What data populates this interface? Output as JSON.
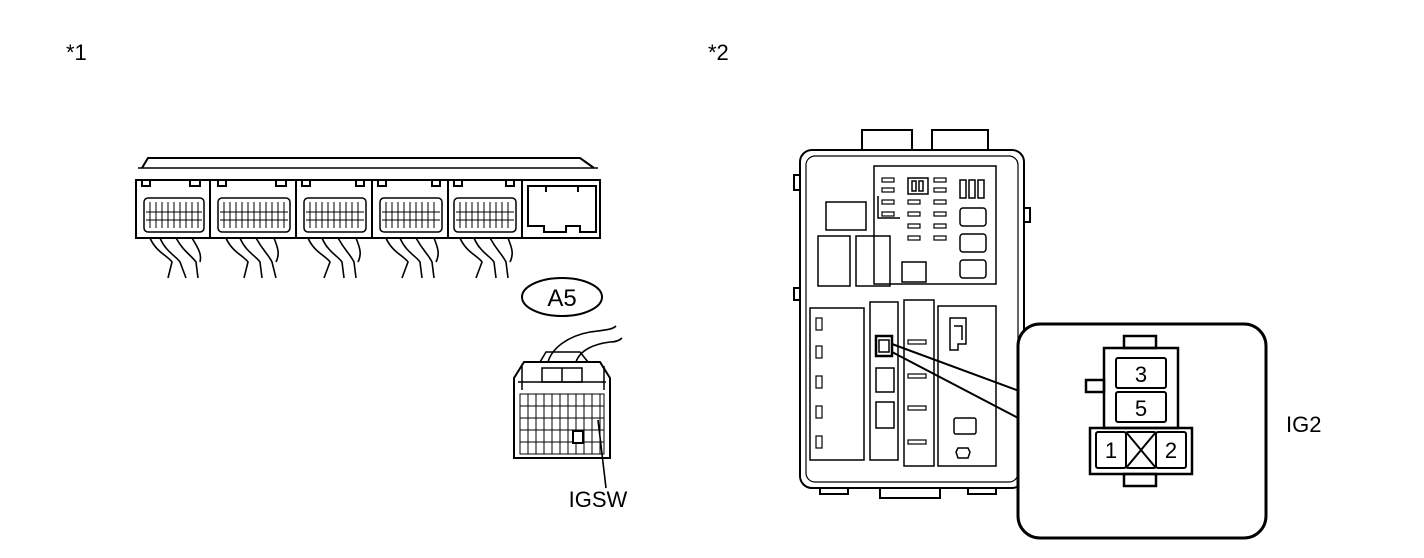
{
  "figure": {
    "panel_left_label": "*1",
    "panel_right_label": "*2"
  },
  "left": {
    "connector_code": "A5",
    "terminal_label": "IGSW"
  },
  "right": {
    "connector_label": "IG2",
    "terminals": {
      "t3": "3",
      "t5": "5",
      "t1": "1",
      "t2": "2"
    }
  },
  "colors": {
    "line": "#000000",
    "background": "#ffffff"
  }
}
